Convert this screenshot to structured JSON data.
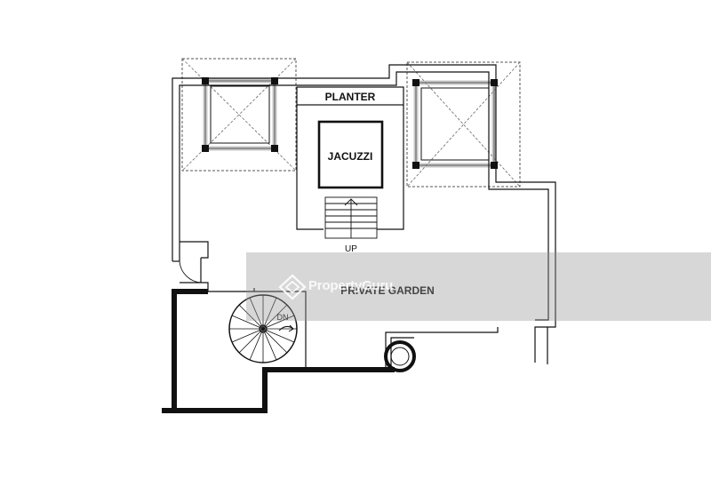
{
  "labels": {
    "planter": "PLANTER",
    "jacuzzi": "JACUZZI",
    "up": "UP",
    "dn": "DN",
    "private_garden": "PRIVATE GARDEN"
  },
  "watermark": {
    "text": "PropertyGuru"
  },
  "colors": {
    "line": "#111111",
    "wall": "#111111",
    "hatch": "#888888",
    "watermark_band": "#969696"
  }
}
